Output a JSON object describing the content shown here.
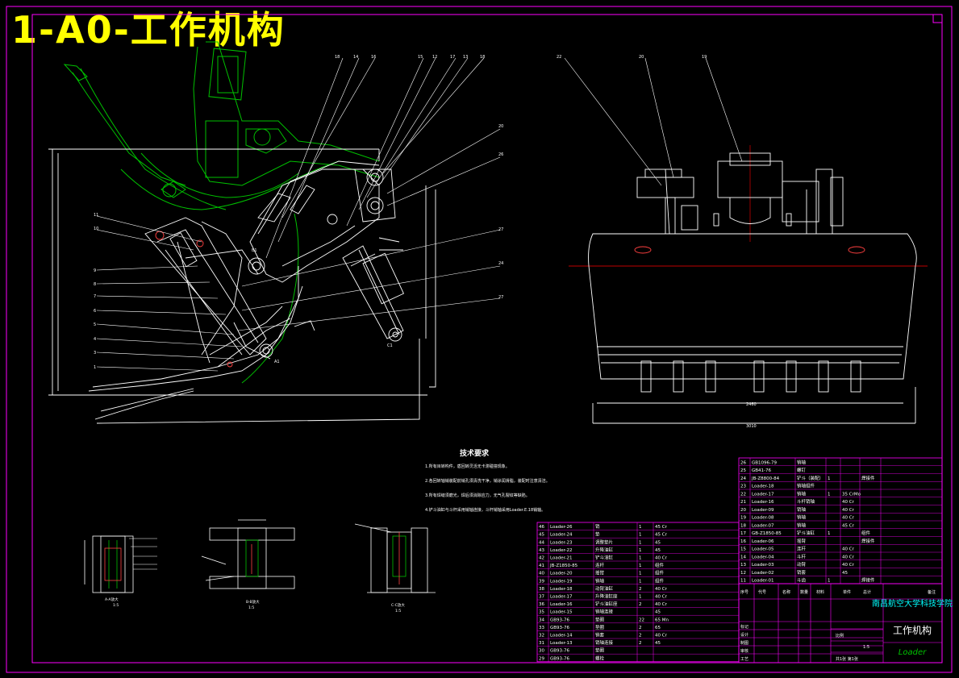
{
  "sheet_title": "1-A0-工作机构",
  "tech_requirements": {
    "heading": "技术要求",
    "items": [
      "1.所有目转构件，盾回转灵活无卡滞碰撞现象。",
      "2.各回转轴销装配前销孔须清洗干净，销涂润滑脂，装配时注意清洁。",
      "3.所有焊缝须磨光，焊后须消除应力，无气孔裂纹等缺陷。",
      "4.铲斗油缸与斗杆采用销轴连接，斗杆销轴采用Loader.E.18销轴。"
    ]
  },
  "title_block": {
    "school": "南昌航空大学科技学院",
    "drawing_name": "工作机构",
    "product_code": "Loader",
    "scale_label": "比例",
    "scale_value": "1:5",
    "sheet_label": "共1张 第1张",
    "rows_left": [
      "标记",
      "设计",
      "制图",
      "审核",
      "工艺"
    ],
    "header_cells": [
      "序号",
      "代号",
      "名称",
      "数量",
      "材料",
      "单件",
      "总计",
      "备注"
    ]
  },
  "bom_right": [
    {
      "no": "26",
      "code": "GB1096-79",
      "name": "销轴",
      "qty": "",
      "mat": "",
      "note": ""
    },
    {
      "no": "25",
      "code": "GB41-76",
      "name": "螺钉",
      "qty": "",
      "mat": "",
      "note": ""
    },
    {
      "no": "24",
      "code": "JB-Z8800-84",
      "name": "铲斗（装配）",
      "qty": "1",
      "mat": "",
      "note": "焊接件"
    },
    {
      "no": "23",
      "code": "Loader-18",
      "name": "销轴组件",
      "qty": "",
      "mat": "",
      "note": ""
    },
    {
      "no": "22",
      "code": "Loader-17",
      "name": "销轴",
      "qty": "1",
      "mat": "35 CrMo",
      "note": ""
    },
    {
      "no": "21",
      "code": "Loader-16",
      "name": "斗杆销轴",
      "qty": "",
      "mat": "40 Cr",
      "note": ""
    },
    {
      "no": "20",
      "code": "Loader-09",
      "name": "销轴",
      "qty": "",
      "mat": "40 Cr",
      "note": ""
    },
    {
      "no": "19",
      "code": "Loader-08",
      "name": "销轴",
      "qty": "",
      "mat": "40 Cr",
      "note": ""
    },
    {
      "no": "18",
      "code": "Loader-07",
      "name": "销轴",
      "qty": "",
      "mat": "45 Cr",
      "note": ""
    },
    {
      "no": "17",
      "code": "GB-Z1850-85",
      "name": "铲斗油缸",
      "qty": "1",
      "mat": "",
      "note": "组件"
    },
    {
      "no": "16",
      "code": "Loader-06",
      "name": "摇臂",
      "qty": "",
      "mat": "",
      "note": "焊接件"
    },
    {
      "no": "15",
      "code": "Loader-05",
      "name": "连杆",
      "qty": "",
      "mat": "40 Cr",
      "note": ""
    },
    {
      "no": "14",
      "code": "Loader-04",
      "name": "斗杆",
      "qty": "",
      "mat": "40 Cr",
      "note": ""
    },
    {
      "no": "13",
      "code": "Loader-03",
      "name": "动臂",
      "qty": "",
      "mat": "40 Cr",
      "note": ""
    },
    {
      "no": "12",
      "code": "Loader-02",
      "name": "销套",
      "qty": "",
      "mat": "45",
      "note": ""
    },
    {
      "no": "11",
      "code": "Loader-01",
      "name": "斗齿",
      "qty": "1",
      "mat": "",
      "note": "焊接件"
    }
  ],
  "bom_left": [
    {
      "no": "46",
      "code": "Loader-26",
      "name": "销",
      "qty": "1",
      "mat": "45 Cr"
    },
    {
      "no": "45",
      "code": "Loader-24",
      "name": "垫",
      "qty": "1",
      "mat": "45 Cr"
    },
    {
      "no": "44",
      "code": "Loader-23",
      "name": "调整垫片",
      "qty": "1",
      "mat": "45"
    },
    {
      "no": "43",
      "code": "Loader-22",
      "name": "升降油缸",
      "qty": "1",
      "mat": "45"
    },
    {
      "no": "42",
      "code": "Loader-21",
      "name": "铲斗油缸",
      "qty": "1",
      "mat": "40 Cr"
    },
    {
      "no": "41",
      "code": "JB-Z1850-85",
      "name": "连杆",
      "qty": "1",
      "mat": "组件"
    },
    {
      "no": "40",
      "code": "Loader-20",
      "name": "摇臂",
      "qty": "1",
      "mat": "组件"
    },
    {
      "no": "39",
      "code": "Loader-19",
      "name": "销轴",
      "qty": "1",
      "mat": "组件"
    },
    {
      "no": "38",
      "code": "Loader-18",
      "name": "动臂油缸",
      "qty": "2",
      "mat": "40 Cr"
    },
    {
      "no": "37",
      "code": "Loader-17",
      "name": "升降油缸座",
      "qty": "1",
      "mat": "40 Cr"
    },
    {
      "no": "36",
      "code": "Loader-16",
      "name": "铲斗油缸座",
      "qty": "2",
      "mat": "40 Cr"
    },
    {
      "no": "35",
      "code": "Loader-15",
      "name": "销轴连接",
      "qty": "",
      "mat": "45"
    },
    {
      "no": "34",
      "code": "GB93-76",
      "name": "垫圈",
      "qty": "22",
      "mat": "65 Mn"
    },
    {
      "no": "33",
      "code": "GB93-76",
      "name": "垫圈",
      "qty": "2",
      "mat": "65"
    },
    {
      "no": "32",
      "code": "Loader-14",
      "name": "销套",
      "qty": "2",
      "mat": "40 Cr"
    },
    {
      "no": "31",
      "code": "Loader-13",
      "name": "销轴连接",
      "qty": "2",
      "mat": "45"
    },
    {
      "no": "30",
      "code": "GB93-76",
      "name": "垫圈",
      "qty": "",
      "mat": ""
    },
    {
      "no": "29",
      "code": "GB93-76",
      "name": "螺栓",
      "qty": "",
      "mat": ""
    }
  ],
  "colors": {
    "background": "#000000",
    "frame": "#ff00ff",
    "title": "#ffff00",
    "lines": "#ffffff",
    "arm": "#00c000",
    "center_line": "#ff0000"
  }
}
